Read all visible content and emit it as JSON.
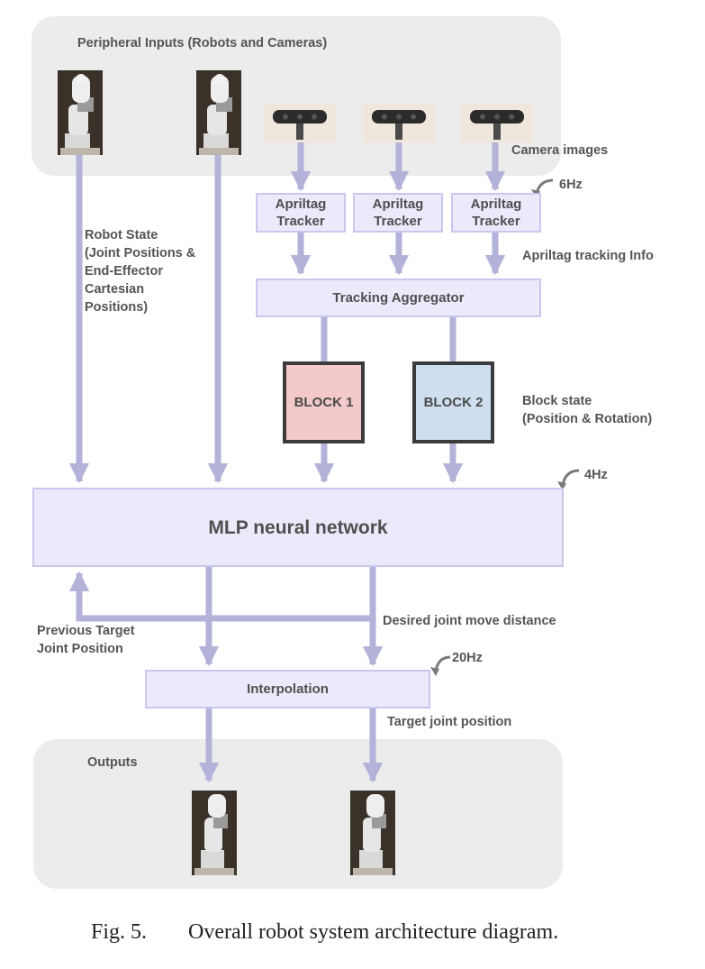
{
  "panels": {
    "inputs_title": "Peripheral Inputs (Robots and Cameras)",
    "outputs_title": "Outputs"
  },
  "nodes": {
    "tracker_1": "Apriltag\nTracker",
    "tracker_2": "Apriltag\nTracker",
    "tracker_3": "Apriltag\nTracker",
    "aggregator": "Tracking Aggregator",
    "block_1": "BLOCK 1",
    "block_2": "BLOCK 2",
    "mlp": "MLP neural network",
    "interpolation": "Interpolation"
  },
  "labels": {
    "camera_images": "Camera images",
    "rate_trackers": "6Hz",
    "tracking_info": "Apriltag tracking Info",
    "robot_state": "Robot State\n(Joint Positions &\nEnd-Effector\nCartesian\nPositions)",
    "block_state": "Block state\n(Position & Rotation)",
    "rate_mlp": "4Hz",
    "previous_target": "Previous Target\nJoint Position",
    "desired_move": "Desired joint move distance",
    "rate_interp": "20Hz",
    "target_joint": "Target joint position"
  },
  "caption": {
    "figure_label": "Fig. 5.",
    "text": "Overall robot system architecture diagram."
  },
  "colors": {
    "arrow": "#b3b2d8",
    "box_fill": "#ebeafa",
    "box_border": "#c9c7ef",
    "block_1_fill": "#f3c9c9",
    "block_2_fill": "#cfdff0",
    "panel_fill": "#ececec"
  }
}
